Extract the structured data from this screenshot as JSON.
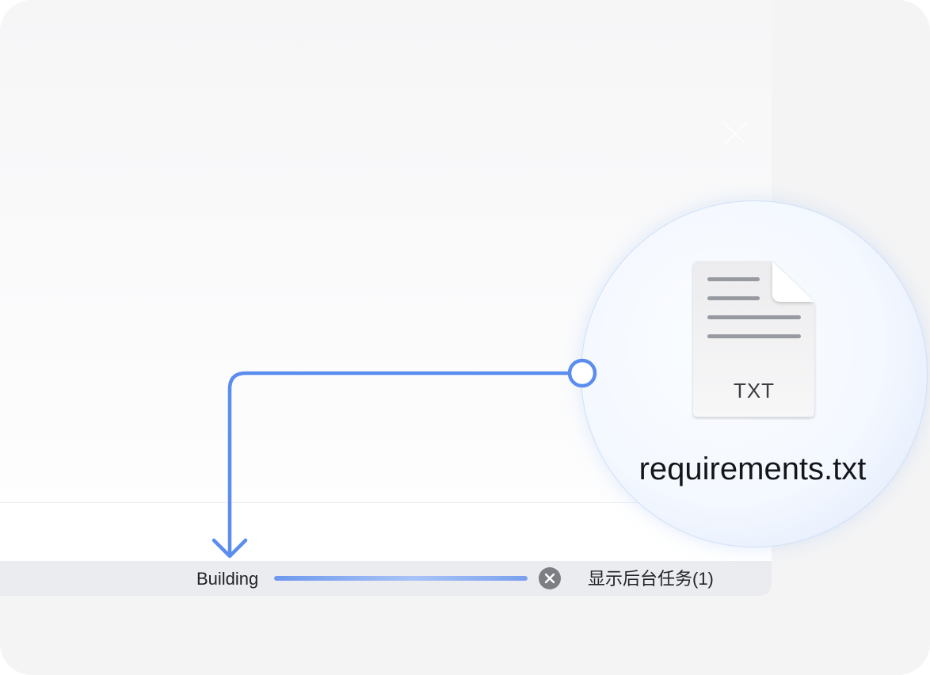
{
  "status": {
    "label": "Building",
    "progress": 1.0,
    "background_tasks_label": "显示后台任务(1)"
  },
  "file": {
    "type_label": "TXT",
    "name": "requirements.txt"
  },
  "icons": {
    "close": "close-icon",
    "cancel": "cancel-icon",
    "file": "txt-file-icon",
    "arrow": "arrow-down-icon"
  },
  "colors": {
    "accent": "#5b8def",
    "status_bar": "#ebecef",
    "cancel_button": "#7c7e84"
  }
}
